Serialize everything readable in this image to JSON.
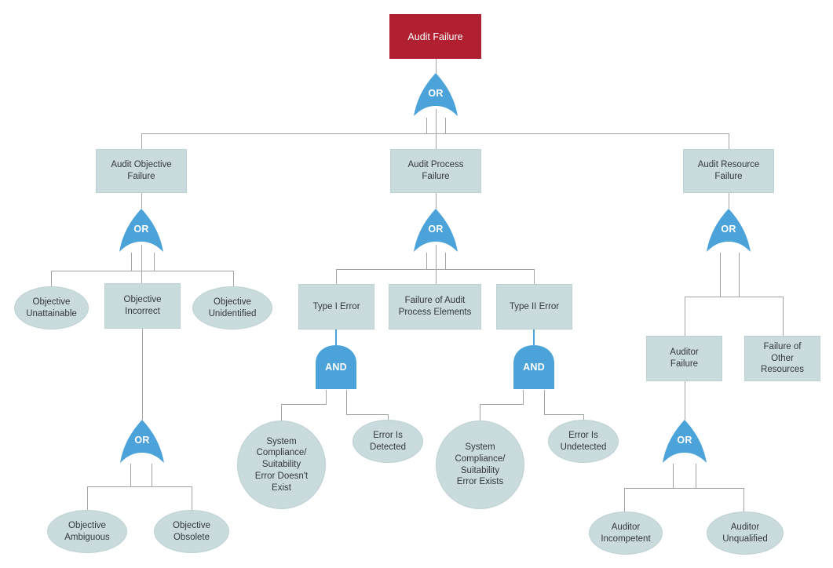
{
  "colors": {
    "top_event": "#b02031",
    "gate": "#4ba3d9",
    "node_fill": "#c9dbdd",
    "node_border": "#bcd1d4",
    "connector": "#a3a3a3",
    "text": "#33383c"
  },
  "nodes": {
    "audit_failure": {
      "label": "Audit Failure",
      "shape": "rectangle"
    },
    "audit_objective_failure": {
      "label": "Audit Objective\nFailure",
      "shape": "rectangle"
    },
    "audit_process_failure": {
      "label": "Audit Process\nFailure",
      "shape": "rectangle"
    },
    "audit_resource_failure": {
      "label": "Audit Resource\nFailure",
      "shape": "rectangle"
    },
    "objective_unattainable": {
      "label": "Objective\nUnattainable",
      "shape": "ellipse"
    },
    "objective_incorrect": {
      "label": "Objective\nIncorrect",
      "shape": "rectangle"
    },
    "objective_unidentified": {
      "label": "Objective\nUnidentified",
      "shape": "ellipse"
    },
    "objective_ambiguous": {
      "label": "Objective\nAmbiguous",
      "shape": "ellipse"
    },
    "objective_obsolete": {
      "label": "Objective\nObsolete",
      "shape": "ellipse"
    },
    "type_i_error": {
      "label": "Type I Error",
      "shape": "rectangle"
    },
    "failure_of_audit_process_elements": {
      "label": "Failure of Audit\nProcess Elements",
      "shape": "rectangle"
    },
    "type_ii_error": {
      "label": "Type II Error",
      "shape": "rectangle"
    },
    "system_error_doesnt_exist": {
      "label": "System\nCompliance/\nSuitability\nError Doesn't\nExist",
      "shape": "circle"
    },
    "error_is_detected": {
      "label": "Error Is\nDetected",
      "shape": "ellipse"
    },
    "system_error_exists": {
      "label": "System\nCompliance/\nSuitability\nError Exists",
      "shape": "circle"
    },
    "error_is_undetected": {
      "label": "Error Is\nUndetected",
      "shape": "ellipse"
    },
    "auditor_failure": {
      "label": "Auditor\nFailure",
      "shape": "rectangle"
    },
    "failure_of_other_resources": {
      "label": "Failure of\nOther\nResources",
      "shape": "rectangle"
    },
    "auditor_incompetent": {
      "label": "Auditor\nIncompetent",
      "shape": "ellipse"
    },
    "auditor_unqualified": {
      "label": "Auditor\nUnqualified",
      "shape": "ellipse"
    }
  },
  "gates": {
    "root": {
      "type": "OR",
      "label": "OR"
    },
    "audit_objective": {
      "type": "OR",
      "label": "OR"
    },
    "audit_process": {
      "type": "OR",
      "label": "OR"
    },
    "audit_resource": {
      "type": "OR",
      "label": "OR"
    },
    "type_i": {
      "type": "AND",
      "label": "AND"
    },
    "type_ii": {
      "type": "AND",
      "label": "AND"
    },
    "objective_incorrect": {
      "type": "OR",
      "label": "OR"
    },
    "auditor_failure": {
      "type": "OR",
      "label": "OR"
    }
  }
}
